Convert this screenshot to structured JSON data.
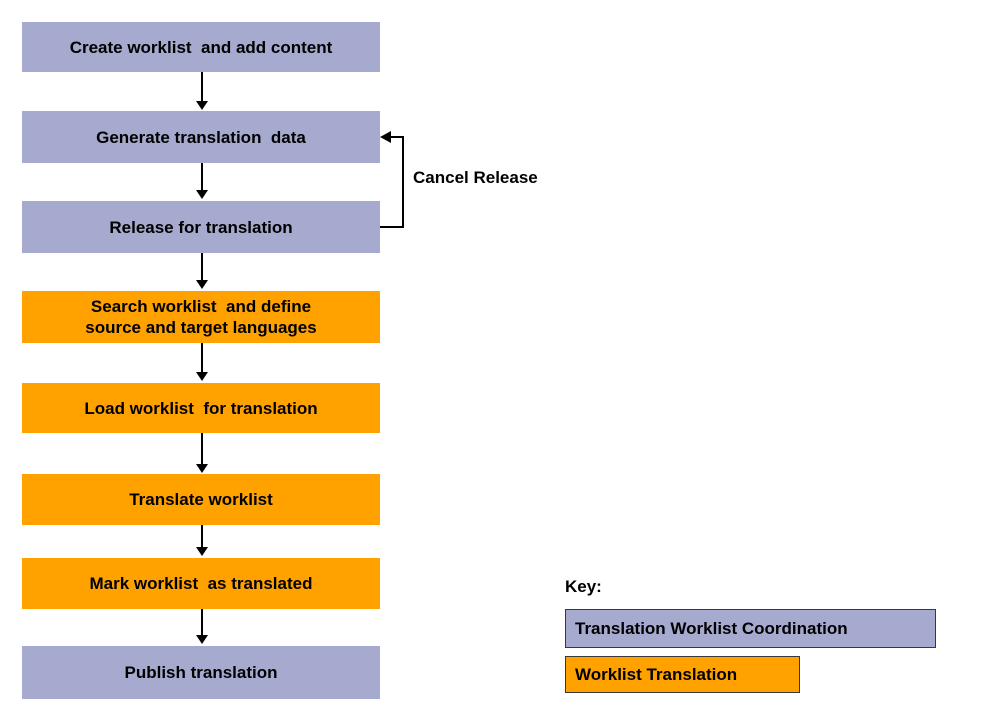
{
  "diagram": {
    "steps": [
      {
        "id": "create-worklist",
        "label": "Create worklist  and add content",
        "category": "coordination"
      },
      {
        "id": "generate-translation-data",
        "label": "Generate translation  data",
        "category": "coordination"
      },
      {
        "id": "release-for-translation",
        "label": "Release for translation",
        "category": "coordination"
      },
      {
        "id": "search-worklist",
        "label": "Search worklist  and define\nsource and target languages",
        "category": "translation"
      },
      {
        "id": "load-worklist",
        "label": "Load worklist  for translation",
        "category": "translation"
      },
      {
        "id": "translate-worklist",
        "label": "Translate worklist",
        "category": "translation"
      },
      {
        "id": "mark-worklist-translated",
        "label": "Mark worklist  as translated",
        "category": "translation"
      },
      {
        "id": "publish-translation",
        "label": "Publish translation",
        "category": "coordination"
      }
    ],
    "loop": {
      "label": "Cancel Release"
    },
    "key": {
      "title": "Key:",
      "items": [
        {
          "label": "Translation Worklist Coordination",
          "color": "#A5AACE"
        },
        {
          "label": "Worklist Translation",
          "color": "#FFA200"
        }
      ]
    },
    "colors": {
      "coordination_fill": "#A5AACE",
      "translation_fill": "#FFA200",
      "arrow": "#000000",
      "text": "#000000",
      "key_border": "#383838",
      "background": "#FFFFFF"
    }
  }
}
